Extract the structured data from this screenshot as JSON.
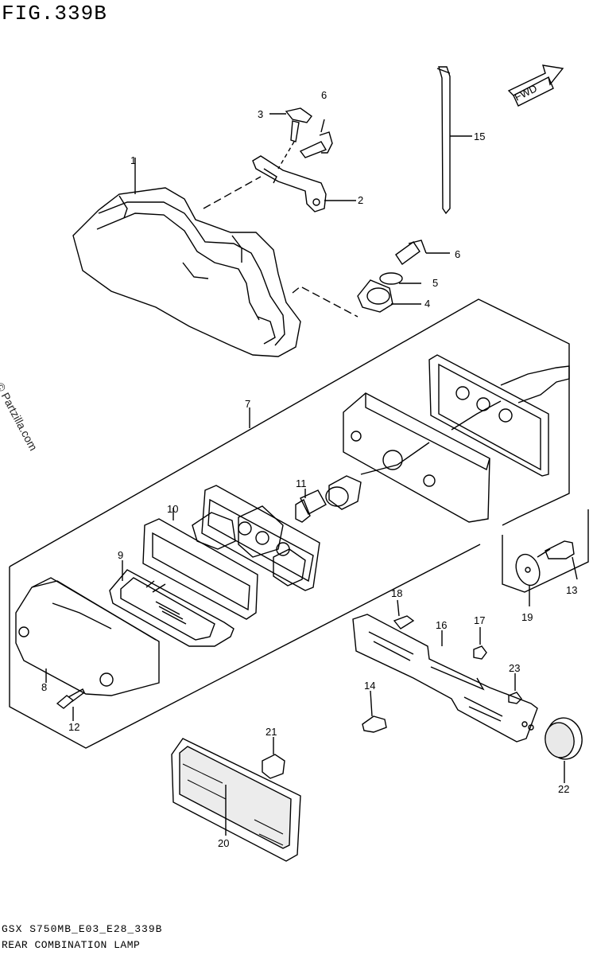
{
  "figure_title": "FIG.339B",
  "watermark": "© Partzilla.com",
  "fwd_label": "FWD",
  "footer": {
    "code": "GSX S750MB_E03_E28_339B",
    "name": "REAR COMBINATION LAMP"
  },
  "callouts": [
    "1",
    "2",
    "3",
    "4",
    "5",
    "6",
    "6",
    "7",
    "8",
    "9",
    "10",
    "11",
    "12",
    "13",
    "14",
    "15",
    "16",
    "17",
    "18",
    "19",
    "20",
    "21",
    "22",
    "23"
  ]
}
